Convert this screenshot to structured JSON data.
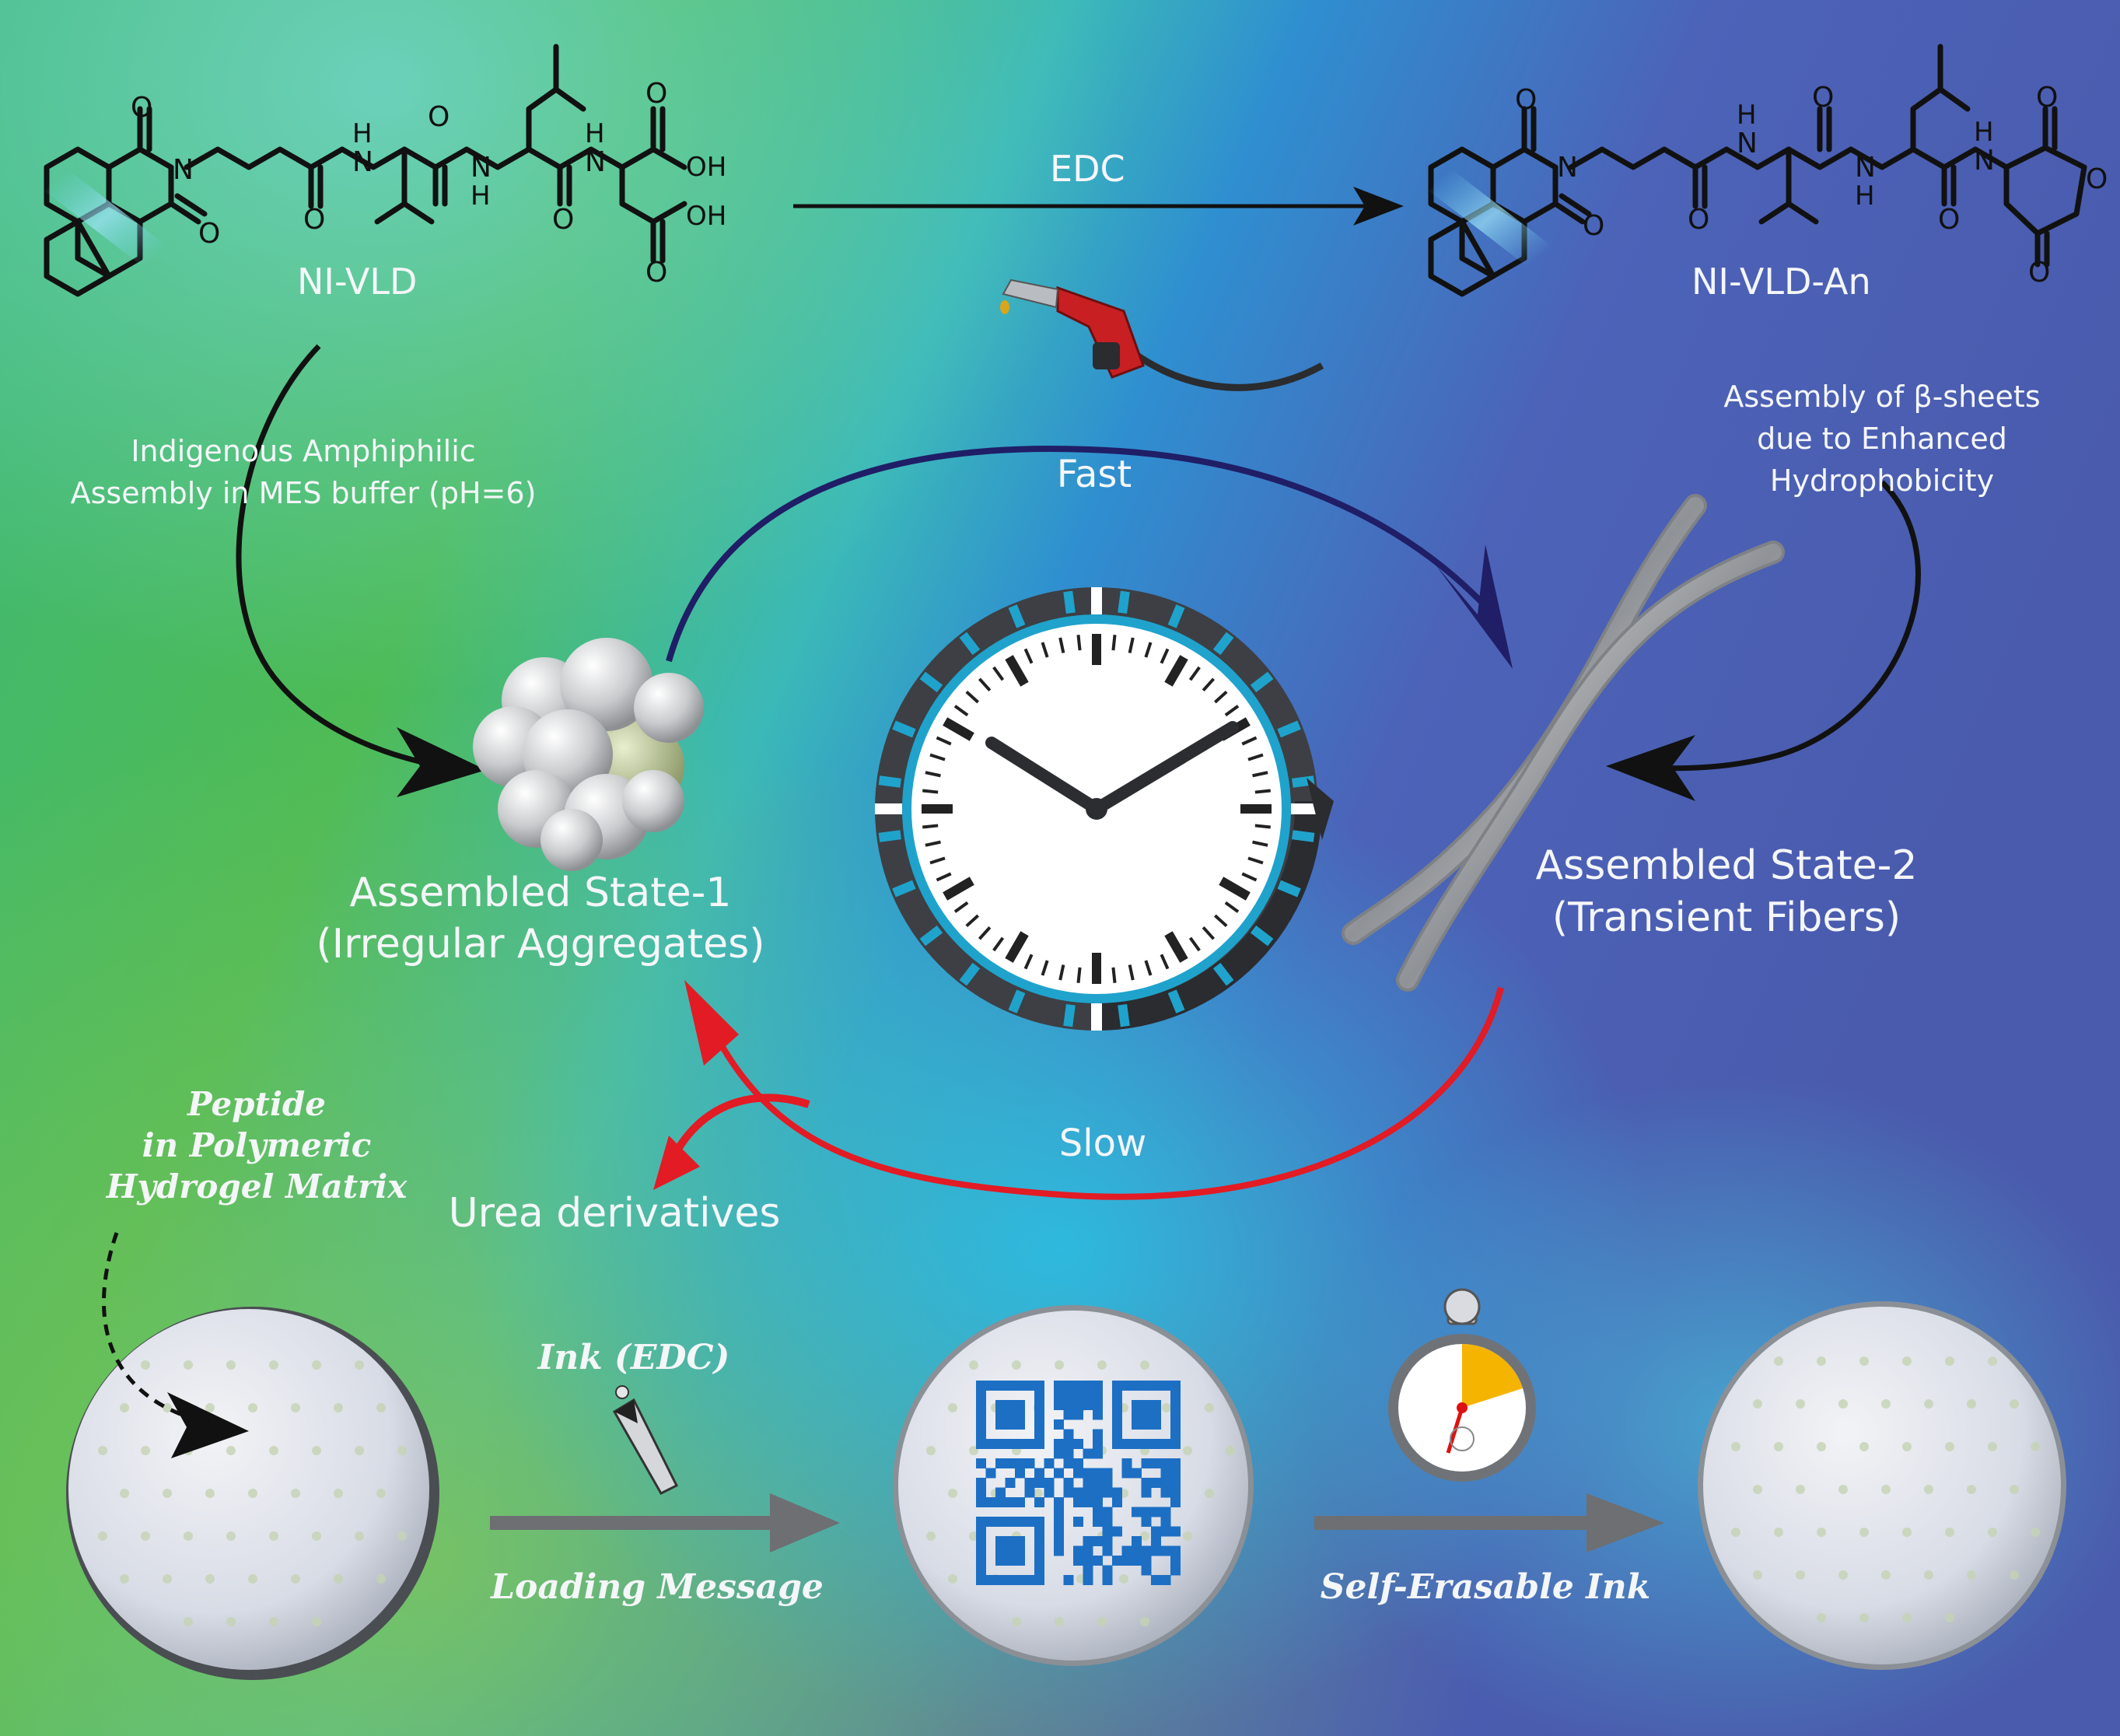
{
  "molecules": {
    "left_name": "NI-VLD",
    "right_name": "NI-VLD-An",
    "atom_O": "O",
    "atom_N": "N",
    "atom_H": "H",
    "atom_OH": "OH"
  },
  "reaction": {
    "reagent": "EDC"
  },
  "left_path": {
    "line1": "Indigenous Amphiphilic",
    "line2": "Assembly in MES buffer (pH=6)"
  },
  "right_path": {
    "line1": "Assembly of β-sheets",
    "line2": "due to Enhanced",
    "line3": "Hydrophobicity"
  },
  "cycle": {
    "fast": "Fast",
    "slow": "Slow"
  },
  "states": {
    "state1_line1": "Assembled State-1",
    "state1_line2": "(Irregular Aggregates)",
    "state2_line1": "Assembled State-2",
    "state2_line2": "(Transient Fibers)",
    "byproduct": "Urea derivatives"
  },
  "application": {
    "matrix_line1": "Peptide",
    "matrix_line2": "in Polymeric",
    "matrix_line3": "Hydrogel Matrix",
    "ink": "Ink (EDC)",
    "loading": "Loading Message",
    "erasable": "Self-Erasable Ink"
  },
  "colors": {
    "fast_arrow": "#1f1e66",
    "slow_arrow": "#e21b24",
    "qr_blue": "#1d6fc4",
    "clock_frame": "#3d3f44",
    "arrow_grey": "#6d6f73"
  }
}
